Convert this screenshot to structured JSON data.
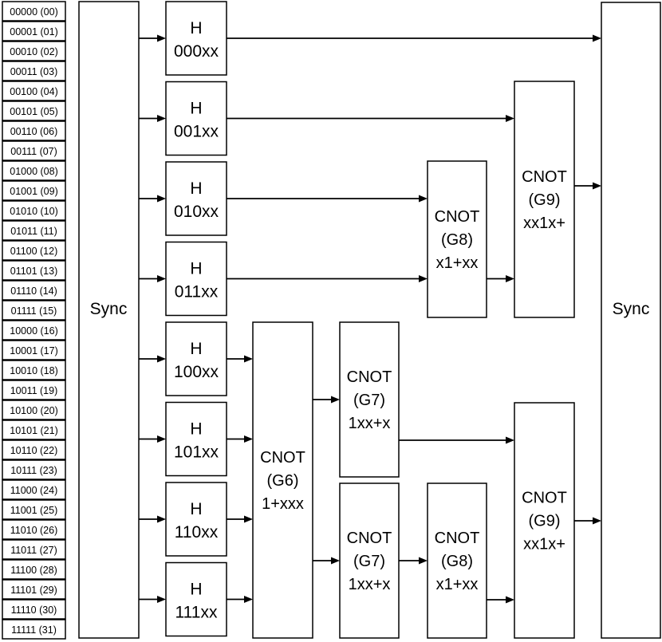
{
  "state_labels": [
    "00000 (00)",
    "00001 (01)",
    "00010 (02)",
    "00011 (03)",
    "00100 (04)",
    "00101 (05)",
    "00110 (06)",
    "00111 (07)",
    "01000 (08)",
    "01001 (09)",
    "01010 (10)",
    "01011 (11)",
    "01100 (12)",
    "01101 (13)",
    "01110 (14)",
    "01111 (15)",
    "10000 (16)",
    "10001 (17)",
    "10010 (18)",
    "10011 (19)",
    "10100 (20)",
    "10101 (21)",
    "10110 (22)",
    "10111 (23)",
    "11000 (24)",
    "11001 (25)",
    "11010 (26)",
    "11011 (27)",
    "11100 (28)",
    "11101 (29)",
    "11110 (30)",
    "11111 (31)"
  ],
  "sync_left": "Sync",
  "sync_right": "Sync",
  "h_gates": [
    {
      "name": "H",
      "pattern": "000xx"
    },
    {
      "name": "H",
      "pattern": "001xx"
    },
    {
      "name": "H",
      "pattern": "010xx"
    },
    {
      "name": "H",
      "pattern": "011xx"
    },
    {
      "name": "H",
      "pattern": "100xx"
    },
    {
      "name": "H",
      "pattern": "101xx"
    },
    {
      "name": "H",
      "pattern": "110xx"
    },
    {
      "name": "H",
      "pattern": "111xx"
    }
  ],
  "cnot_gates": [
    {
      "id": "g6",
      "lines": [
        "CNOT",
        "(G6)",
        "1+xxx"
      ]
    },
    {
      "id": "g7-top",
      "lines": [
        "CNOT",
        "(G7)",
        "1xx+x"
      ]
    },
    {
      "id": "g7-bottom",
      "lines": [
        "CNOT",
        "(G7)",
        "1xx+x"
      ]
    },
    {
      "id": "g8-top",
      "lines": [
        "CNOT",
        "(G8)",
        "x1+xx"
      ]
    },
    {
      "id": "g8-bottom",
      "lines": [
        "CNOT",
        "(G8)",
        "x1+xx"
      ]
    },
    {
      "id": "g9-top",
      "lines": [
        "CNOT",
        "(G9)",
        "xx1x+"
      ]
    },
    {
      "id": "g9-bottom",
      "lines": [
        "CNOT",
        "(G9)",
        "xx1x+"
      ]
    }
  ]
}
